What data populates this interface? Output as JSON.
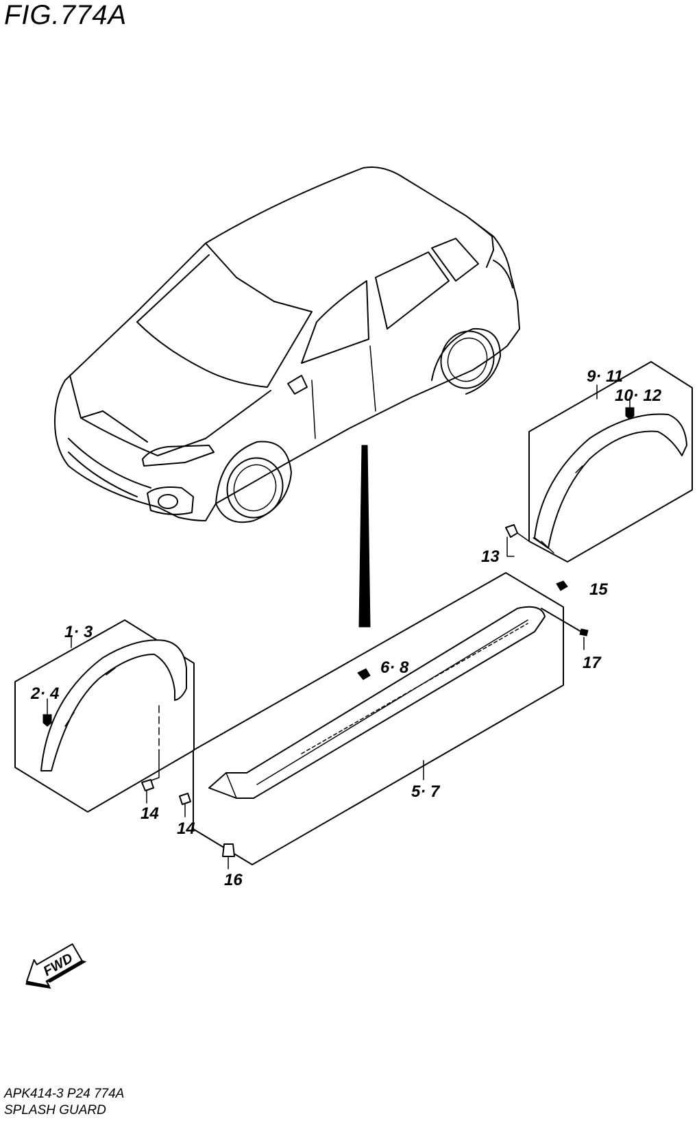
{
  "header": {
    "title": "FIG.774A"
  },
  "footer": {
    "code": "APK414-3 P24 774A",
    "name": "SPLASH GUARD"
  },
  "fwd_arrow": {
    "label": "FWD"
  },
  "callouts": [
    {
      "id": "c-1-3",
      "label": "1· 3"
    },
    {
      "id": "c-2-4",
      "label": "2· 4"
    },
    {
      "id": "c-5-7",
      "label": "5· 7"
    },
    {
      "id": "c-6-8",
      "label": "6· 8"
    },
    {
      "id": "c-9-11",
      "label": "9· 11"
    },
    {
      "id": "c-10-12",
      "label": "10· 12"
    },
    {
      "id": "c-13",
      "label": "13"
    },
    {
      "id": "c-14a",
      "label": "14"
    },
    {
      "id": "c-14b",
      "label": "14"
    },
    {
      "id": "c-15",
      "label": "15"
    },
    {
      "id": "c-16",
      "label": "16"
    },
    {
      "id": "c-17",
      "label": "17"
    }
  ]
}
